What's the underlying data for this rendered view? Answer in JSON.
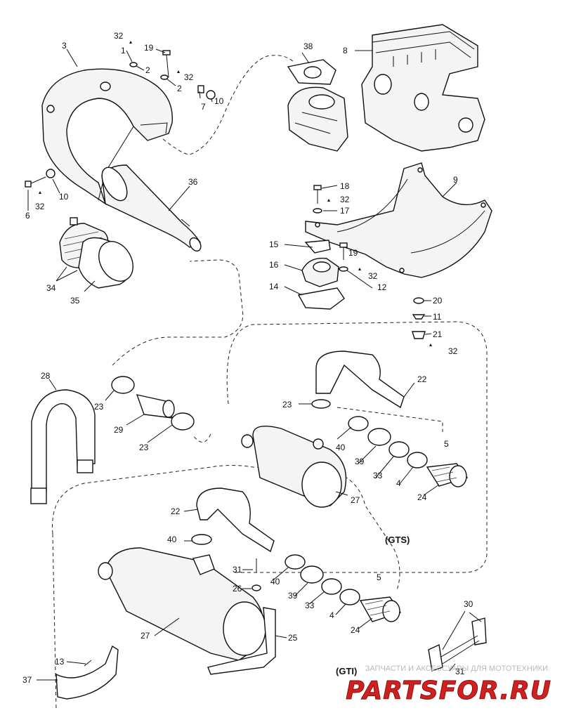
{
  "labels": {
    "l32a": "32",
    "l1": "1",
    "l19a": "19",
    "l2a": "2",
    "l32b": "32",
    "l2b": "2",
    "l7": "7",
    "l10a": "10",
    "l3": "3",
    "l38": "38",
    "l8": "8",
    "l6": "6",
    "l32c": "32",
    "l10b": "10",
    "l36": "36",
    "l18": "18",
    "l32d": "32",
    "l17": "17",
    "l9": "9",
    "l15": "15",
    "l19b": "19",
    "l16": "16",
    "l32e": "32",
    "l14": "14",
    "l12": "12",
    "l34": "34",
    "l35": "35",
    "l20": "20",
    "l11": "11",
    "l21": "21",
    "l32f": "32",
    "l28": "28",
    "l23a": "23",
    "l29": "29",
    "l23b": "23",
    "l22a": "22",
    "l23c": "23",
    "l40a": "40",
    "l39a": "39",
    "l5a": "5",
    "l33a": "33",
    "l4a": "4",
    "l24a": "24",
    "l27a": "27",
    "l22b": "22",
    "l40b": "40",
    "l31a": "31",
    "l40c": "40",
    "l5b": "5",
    "l26": "26",
    "l39b": "39",
    "l33b": "33",
    "l4b": "4",
    "l24b": "24",
    "l27b": "27",
    "l25": "25",
    "l30": "30",
    "l13": "13",
    "l37": "37",
    "l31b": "31"
  },
  "groups": {
    "gts": "(GTS)",
    "gti": "(GTI)"
  },
  "watermark": {
    "subtitle": "ЗАПЧАСТИ И АКСЕССУАРЫ ДЛЯ МОТОТЕХНИКИ",
    "logo": "PARTSFOR.RU"
  }
}
